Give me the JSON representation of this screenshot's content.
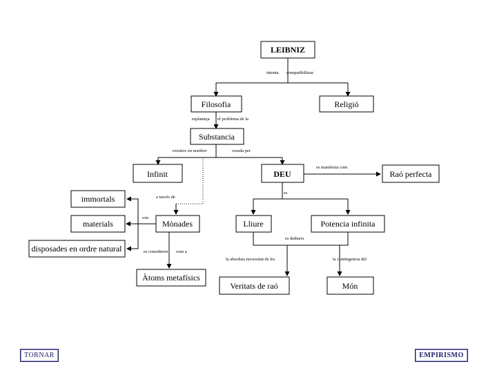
{
  "nodes": {
    "leibniz": "LEIBNIZ",
    "filosofia": "Filosofia",
    "religio": "Religió",
    "substancia": "Substancia",
    "infinit": "Infinit",
    "deu": "DEU",
    "rao_perfecta": "Raó perfecta",
    "immortals": "immortals",
    "materials": "materials",
    "disposades": "disposades en ordre natural",
    "monades": "Mònades",
    "lliure": "Lliure",
    "potencia": "Potencia infinita",
    "atoms": "Àtoms metafísics",
    "veritats": "Veritats de raó",
    "mon": "Món"
  },
  "connectors": {
    "intenta": "intenta",
    "compatibilitzar": "compatibilitzar",
    "replanteja": "replanteja",
    "el_problema": "el problema de la",
    "existeix_en_nombre": "existeix en nombre",
    "creada_per": "creada per",
    "es_manifesta_com": "es manifesta com",
    "es_manifesta_a_traves": "a través de",
    "son": "son",
    "es": "es",
    "es_considera": "es consideren",
    "com_a": "com a",
    "es_dedueix": "es dedueix",
    "la_necessitat": "la absoluta necessitat de les",
    "la_contingencia": "la contingencia del"
  },
  "nav": {
    "back": "TORNAR",
    "next": "EMPIRISMO"
  }
}
